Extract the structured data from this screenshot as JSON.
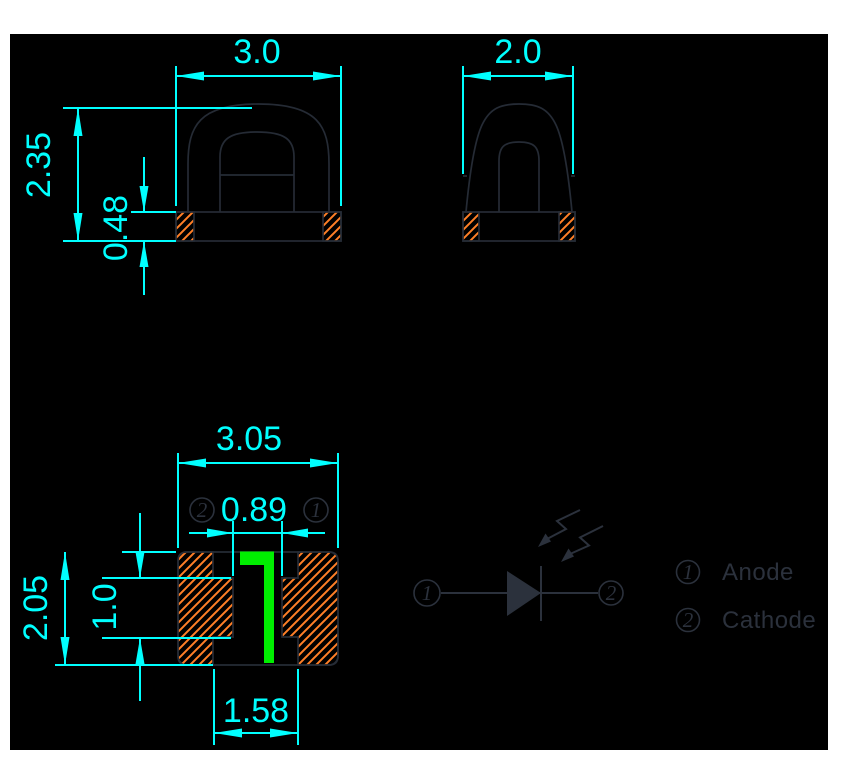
{
  "drawing": {
    "colors": {
      "page": "#ffffff",
      "canvas": "#000000",
      "cyan": "#00ffff",
      "hatch": "#ff7f27",
      "outline": "#252b35",
      "symbol": "#2b313c",
      "green": "#00ee00"
    },
    "front_view": {
      "width": "3.0",
      "height": "2.35",
      "base_height": "0.48"
    },
    "side_view": {
      "width": "2.0"
    },
    "footprint": {
      "width": "3.05",
      "inner_gap": "0.89",
      "height": "2.05",
      "pad_step_height": "1.0",
      "bottom_gap": "1.58",
      "pin_left": "2",
      "pin_right": "1"
    },
    "schematic": {
      "pin_left": "1",
      "pin_right": "2"
    },
    "legend": {
      "items": [
        {
          "pin": "1",
          "label": "Anode"
        },
        {
          "pin": "2",
          "label": "Cathode"
        }
      ]
    }
  }
}
